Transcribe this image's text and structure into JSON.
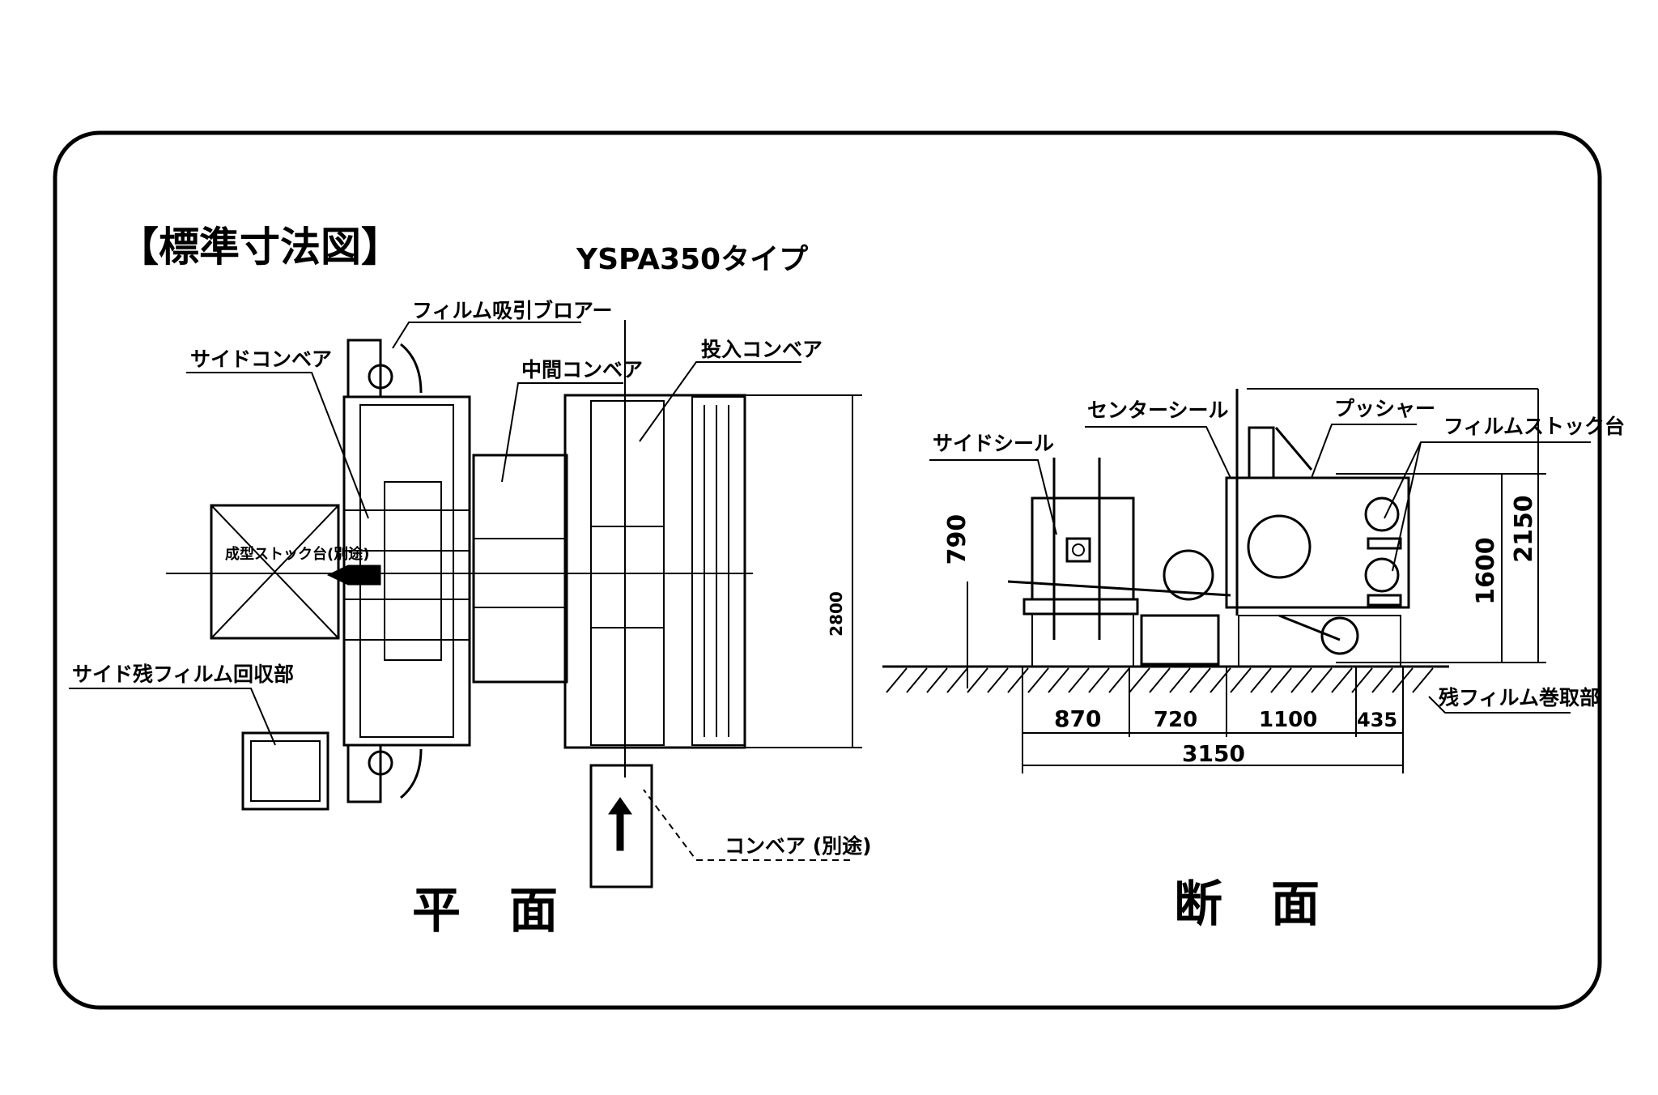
{
  "header": {
    "title": "【標準寸法図】",
    "model": "YSPA350タイプ"
  },
  "plan_view": {
    "caption": "平　面",
    "labels": {
      "film_suction_blower": "フィルム吸引ブロアー",
      "side_conveyor": "サイドコンベア",
      "middle_conveyor": "中間コンベア",
      "infeed_conveyor": "投入コンベア",
      "stock_table": "成型ストック台(別途)",
      "side_film_recovery": "サイド残フィルム回収部",
      "conveyor_separate": "コンベア (別途)"
    },
    "dimension_depth": "2800"
  },
  "section_view": {
    "caption": "断　面",
    "labels": {
      "side_seal": "サイドシール",
      "center_seal": "センターシール",
      "pusher": "プッシャー",
      "film_stock_table": "フィルムストック台",
      "film_winder": "残フィルム巻取部"
    },
    "dimensions": {
      "height_790": "790",
      "height_1600": "1600",
      "height_2150": "2150",
      "len_870": "870",
      "len_720": "720",
      "len_1100": "1100",
      "len_435": "435",
      "total": "3150"
    }
  }
}
